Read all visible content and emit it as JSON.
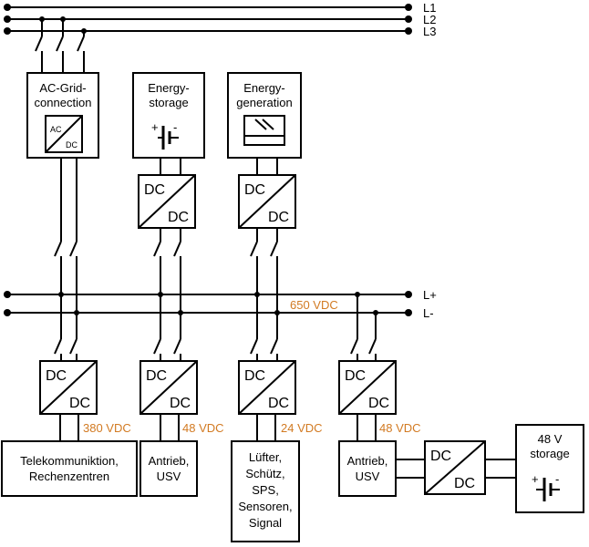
{
  "phases": [
    "L1",
    "L2",
    "L3"
  ],
  "dc_bus": {
    "plus": "L+",
    "minus": "L-",
    "voltage": "650 VDC"
  },
  "sources": [
    {
      "line1": "AC-Grid-",
      "line2": "connection",
      "converter_top": "AC",
      "converter_bottom": "DC"
    },
    {
      "line1": "Energy-",
      "line2": "storage",
      "plus_sign": "+",
      "minus_sign": "-"
    },
    {
      "line1": "Energy-",
      "line2": "generation"
    }
  ],
  "converter": {
    "top": "DC",
    "bottom": "DC"
  },
  "loads": [
    {
      "voltage": "380 VDC",
      "lines": [
        "Telekommuniktion,",
        "Rechenzentren"
      ]
    },
    {
      "voltage": "48 VDC",
      "lines": [
        "Antrieb,",
        "USV"
      ]
    },
    {
      "voltage": "24 VDC",
      "lines": [
        "Lüfter,",
        "Schütz,",
        "SPS,",
        "Sensoren,",
        "Signal"
      ]
    },
    {
      "voltage": "48 VDC",
      "lines": [
        "Antrieb,",
        "USV"
      ]
    }
  ],
  "storage48": {
    "line1": "48 V",
    "line2": "storage",
    "plus_sign": "+",
    "minus_sign": "-"
  },
  "colors": {
    "line": "#000000",
    "voltage_label": "#d27a22"
  }
}
